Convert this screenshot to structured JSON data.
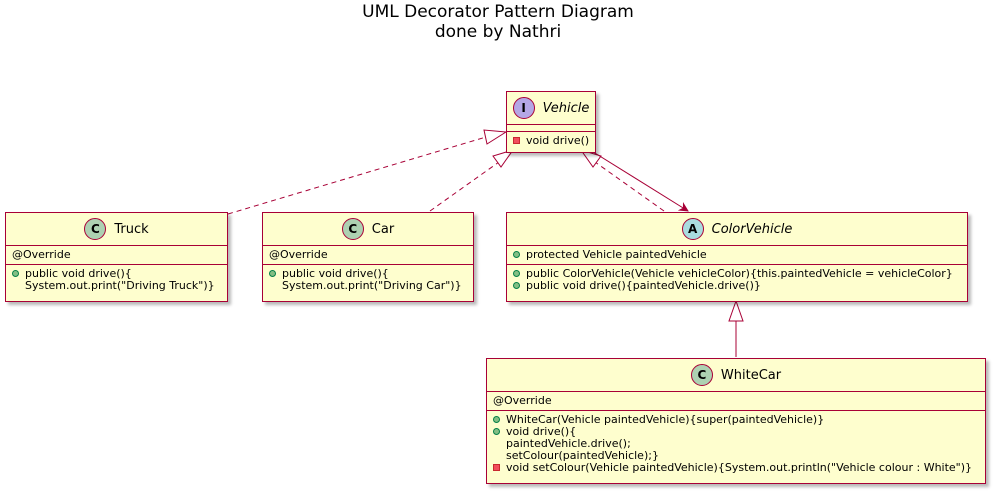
{
  "title": {
    "line1": "UML Decorator Pattern Diagram",
    "line2": "done by Nathri"
  },
  "colors": {
    "class_fill": "#FEFECE",
    "border": "#A80036",
    "class_badge": "#ADD1B2",
    "interface_badge": "#B4A7E5",
    "abstract_badge": "#A9DCDF"
  },
  "classes": {
    "vehicle": {
      "badge": "I",
      "name": "Vehicle",
      "methods": [
        "void drive()"
      ]
    },
    "truck": {
      "badge": "C",
      "name": "Truck",
      "fields": [
        "@Override"
      ],
      "methods": [
        "public void drive(){",
        "System.out.print(\"Driving Truck\")}"
      ]
    },
    "car": {
      "badge": "C",
      "name": "Car",
      "fields": [
        "@Override"
      ],
      "methods": [
        "public void drive(){",
        "System.out.print(\"Driving Car\")}"
      ]
    },
    "colorvehicle": {
      "badge": "A",
      "name": "ColorVehicle",
      "fields": [
        "protected Vehicle paintedVehicle"
      ],
      "methods": [
        "public ColorVehicle(Vehicle vehicleColor){this.paintedVehicle = vehicleColor}",
        "public void drive(){paintedVehicle.drive()}"
      ]
    },
    "whitecar": {
      "badge": "C",
      "name": "WhiteCar",
      "fields": [
        "@Override"
      ],
      "methods": [
        "WhiteCar(Vehicle paintedVehicle){super(paintedVehicle)}",
        "void drive(){",
        "paintedVehicle.drive();",
        "setColour(paintedVehicle);}",
        "void setColour(Vehicle paintedVehicle){System.out.println(\"Vehicle colour : White\")}"
      ]
    }
  }
}
